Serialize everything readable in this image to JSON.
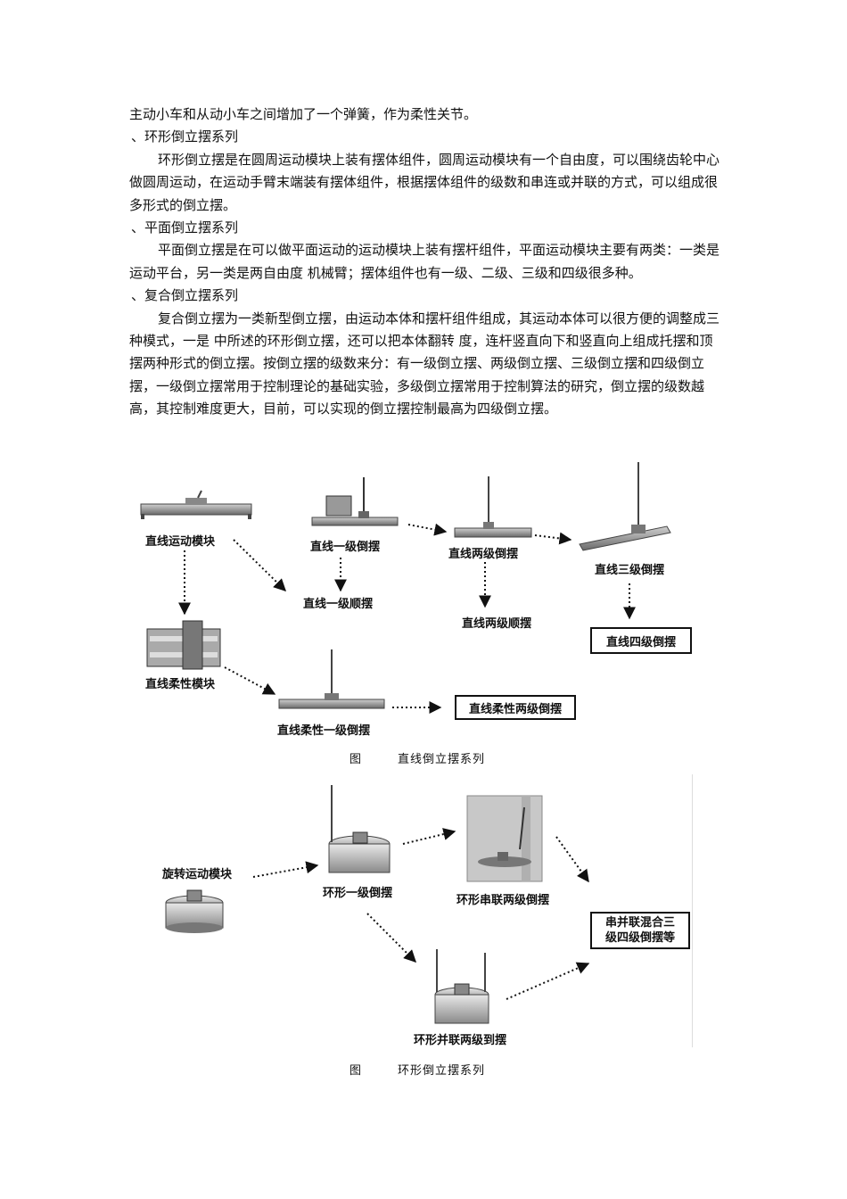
{
  "paragraphs": [
    {
      "kind": "body",
      "text": "主动小车和从动小车之间增加了一个弹簧，作为柔性关节。"
    },
    {
      "kind": "heading",
      "text": "、环形倒立摆系列"
    },
    {
      "kind": "indent",
      "text": "环形倒立摆是在圆周运动模块上装有摆体组件，圆周运动模块有一个自由度，可以围绕齿轮中心做圆周运动，在运动手臂末端装有摆体组件，根据摆体组件的级数和串连或并联的方式，可以组成很多形式的倒立摆。"
    },
    {
      "kind": "heading",
      "text": "、平面倒立摆系列"
    },
    {
      "kind": "indent",
      "text": "平面倒立摆是在可以做平面运动的运动模块上装有摆杆组件，平面运动模块主要有两类：一类是 运动平台，另一类是两自由度 机械臂；摆体组件也有一级、二级、三级和四级很多种。"
    },
    {
      "kind": "heading",
      "text": "、复合倒立摆系列"
    },
    {
      "kind": "indent",
      "text": "复合倒立摆为一类新型倒立摆，由运动本体和摆杆组件组成，其运动本体可以很方便的调整成三种模式，一是 中所述的环形倒立摆，还可以把本体翻转 度，连杆竖直向下和竖直向上组成托摆和顶摆两种形式的倒立摆。按倒立摆的级数来分：有一级倒立摆、两级倒立摆、三级倒立摆和四级倒立摆，一级倒立摆常用于控制理论的基础实验，多级倒立摆常用于控制算法的研究，倒立摆的级数越高，其控制难度更大，目前，可以实现的倒立摆控制最高为四级倒立摆。"
    }
  ],
  "figure1": {
    "labels": {
      "linear_module": "直线运动模块",
      "linear_single_inv": "直线一级倒摆",
      "linear_single_pend": "直线一级顺摆",
      "linear_double_inv": "直线两级倒摆",
      "linear_double_pend": "直线两级顺摆",
      "linear_triple_inv": "直线三级倒摆",
      "linear_quad_inv": "直线四级倒摆",
      "linear_flex_module": "直线柔性模块",
      "linear_flex_single": "直线柔性一级倒摆",
      "linear_flex_double": "直线柔性两级倒摆"
    },
    "caption_prefix": "图",
    "caption": "直线倒立摆系列"
  },
  "figure2": {
    "labels": {
      "rotary_module": "旋转运动模块",
      "ring_single": "环形一级倒摆",
      "ring_series_double": "环形串联两级倒摆",
      "ring_parallel_double": "环形并联两级到摆",
      "mixed_line1": "串并联混合三",
      "mixed_line2": "级四级倒摆等"
    },
    "caption_prefix": "图",
    "caption": "环形倒立摆系列"
  }
}
